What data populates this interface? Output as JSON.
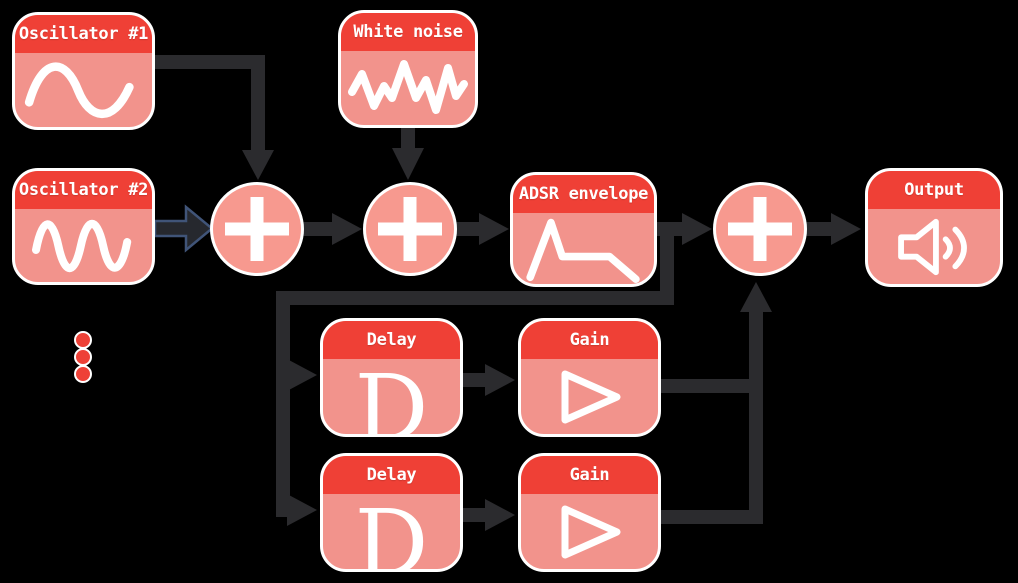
{
  "diagram": {
    "background": "#000000",
    "colors": {
      "node_header_red": "#ef4036",
      "node_body_salmon": "#f2938c",
      "sum_circle_fill": "#f7998f",
      "border_white": "#ffffff",
      "connector_dark": "#2b2b2e",
      "highlighted_connector_outline_navy": "#405478",
      "ellipsis_dot_red": "#ee4137"
    },
    "nodes": [
      {
        "id": "oscillator-1",
        "label": "Oscillator #1",
        "icon": "sine-wave-icon"
      },
      {
        "id": "oscillator-2",
        "label": "Oscillator #2",
        "icon": "double-sine-wave-icon"
      },
      {
        "id": "white-noise",
        "label": "White noise",
        "icon": "noise-wave-icon"
      },
      {
        "id": "adsr-envelope",
        "label": "ADSR envelope",
        "icon": "envelope-curve-icon"
      },
      {
        "id": "output",
        "label": "Output",
        "icon": "speaker-icon"
      },
      {
        "id": "delay-1",
        "label": "Delay",
        "icon": "letter-d-icon",
        "icon_text": "D"
      },
      {
        "id": "gain-1",
        "label": "Gain",
        "icon": "triangle-icon"
      },
      {
        "id": "delay-2",
        "label": "Delay",
        "icon": "letter-d-icon",
        "icon_text": "D"
      },
      {
        "id": "gain-2",
        "label": "Gain",
        "icon": "triangle-icon"
      }
    ],
    "sums": [
      {
        "id": "sum-1",
        "symbol": "+"
      },
      {
        "id": "sum-2",
        "symbol": "+"
      },
      {
        "id": "sum-3",
        "symbol": "+"
      }
    ],
    "ellipsis_dot_count": 3
  }
}
